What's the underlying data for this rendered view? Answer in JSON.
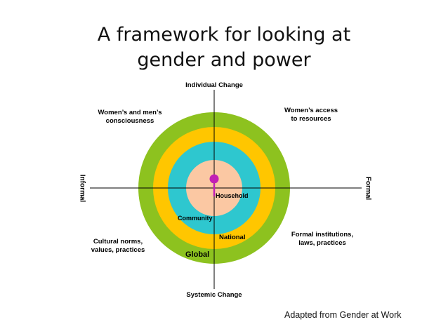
{
  "title": {
    "line1": "A framework for looking at",
    "line2": "gender and power"
  },
  "axes": {
    "top": "Individual Change",
    "bottom": "Systemic Change",
    "left": "Informal",
    "right": "Formal"
  },
  "quadrants": {
    "top_left": [
      "Women’s and men’s",
      "consciousness"
    ],
    "top_right": [
      "Women’s access",
      "to resources"
    ],
    "bottom_left": [
      "Cultural norms,",
      "values, practices"
    ],
    "bottom_right": [
      "Formal institutions,",
      "laws, practices"
    ]
  },
  "rings": {
    "household": "Household",
    "community": "Community",
    "national": "National",
    "global": "Global"
  },
  "colors": {
    "global": "#8dc21f",
    "national": "#ffc600",
    "community": "#2ec7cf",
    "household": "#fbc8a3",
    "marker": "#c21fb5",
    "axis": "#000000"
  },
  "credit": "Adapted from Gender at Work"
}
